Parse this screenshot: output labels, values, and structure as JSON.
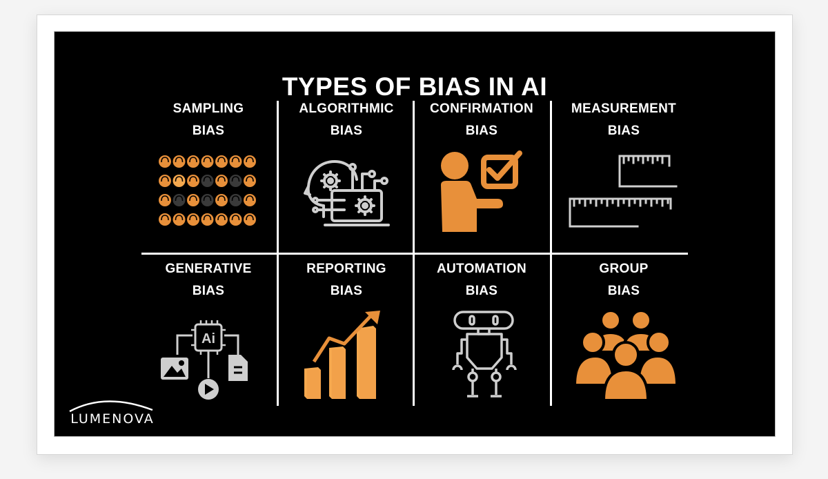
{
  "title": "TYPES OF BIAS IN AI",
  "cells": [
    {
      "line1": "SAMPLING",
      "line2": "BIAS",
      "icon": "people-dots-icon"
    },
    {
      "line1": "ALGORITHMIC",
      "line2": "BIAS",
      "icon": "head-gears-laptop-icon"
    },
    {
      "line1": "CONFIRMATION",
      "line2": "BIAS",
      "icon": "person-checkbox-icon"
    },
    {
      "line1": "MEASUREMENT",
      "line2": "BIAS",
      "icon": "rulers-icon"
    },
    {
      "line1": "GENERATIVE",
      "line2": "BIAS",
      "icon": "ai-chip-media-icon"
    },
    {
      "line1": "REPORTING",
      "line2": "BIAS",
      "icon": "growth-bars-icon"
    },
    {
      "line1": "AUTOMATION",
      "line2": "BIAS",
      "icon": "robot-icon"
    },
    {
      "line1": "GROUP",
      "line2": "BIAS",
      "icon": "group-people-icon"
    }
  ],
  "chip_label": "Ai",
  "logo": "LUMENOVA",
  "colors": {
    "background": "#000000",
    "text": "#ffffff",
    "accent": "#e8903a",
    "accent_light": "#f5a84e",
    "icon_gray": "#cfcfcf",
    "dark_dot": "#3a3a3a"
  }
}
